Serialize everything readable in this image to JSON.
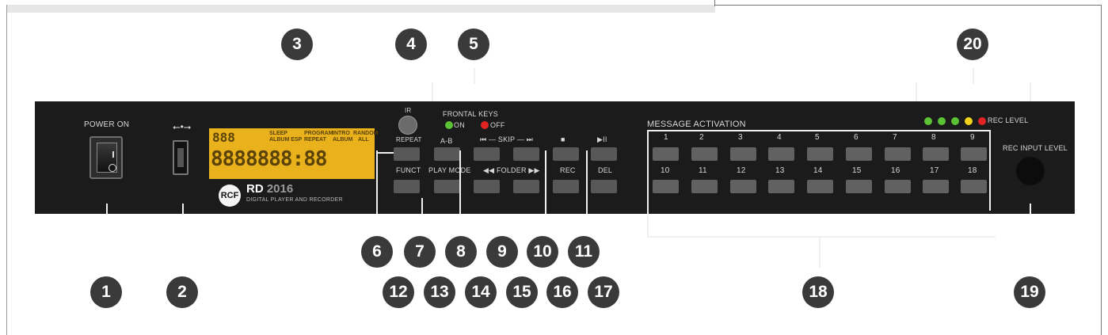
{
  "panel_labels": {
    "power_on": "POWER ON",
    "frontal_keys": "FRONTAL KEYS",
    "on": "ON",
    "off": "OFF",
    "ir": "IR",
    "repeat": "REPEAT",
    "ab": "A-B",
    "skip": "SKIP",
    "stop_symbol": "■",
    "play_pause_symbol": "▶II",
    "funct": "FUNCT",
    "play_mode": "PLAY MODE",
    "folder": "FOLDER",
    "rec": "REC",
    "del": "DEL",
    "message_activation": "MESSAGE ACTIVATION",
    "rec_level": "REC LEVEL",
    "rec_input_level": "REC INPUT LEVEL"
  },
  "lcd": {
    "digits_top": "888",
    "digits_main": "8888888:88",
    "sleep": "SLEEP",
    "album_esp": "ALBUM ESP",
    "program": "PROGRAM",
    "repeat": "REPEAT",
    "intro": "INTRO",
    "album": "ALBUM",
    "random": "RANDOM",
    "all": "ALL"
  },
  "brand": {
    "logo": "RCF",
    "model": "RD",
    "model_number": "2016",
    "subtitle": "DIGITAL PLAYER AND RECORDER"
  },
  "message_buttons": [
    "1",
    "2",
    "3",
    "4",
    "5",
    "6",
    "7",
    "8",
    "9",
    "10",
    "11",
    "12",
    "13",
    "14",
    "15",
    "16",
    "17",
    "18"
  ],
  "callouts_top": [
    "3",
    "4",
    "5",
    "20"
  ],
  "callouts_mid": [
    "6",
    "7",
    "8",
    "9",
    "10",
    "11"
  ],
  "callouts_bottom": [
    "1",
    "2",
    "12",
    "13",
    "14",
    "15",
    "16",
    "17",
    "18",
    "19"
  ],
  "led_colors": [
    "#5bc236",
    "#5bc236",
    "#5bc236",
    "#f2d21b",
    "#e02424"
  ],
  "colors": {
    "panel": "#1b1b1b",
    "lcd": "#e9b21d",
    "callout": "#3a3a3a",
    "on_led": "#5bc236",
    "off_led": "#e02424"
  }
}
